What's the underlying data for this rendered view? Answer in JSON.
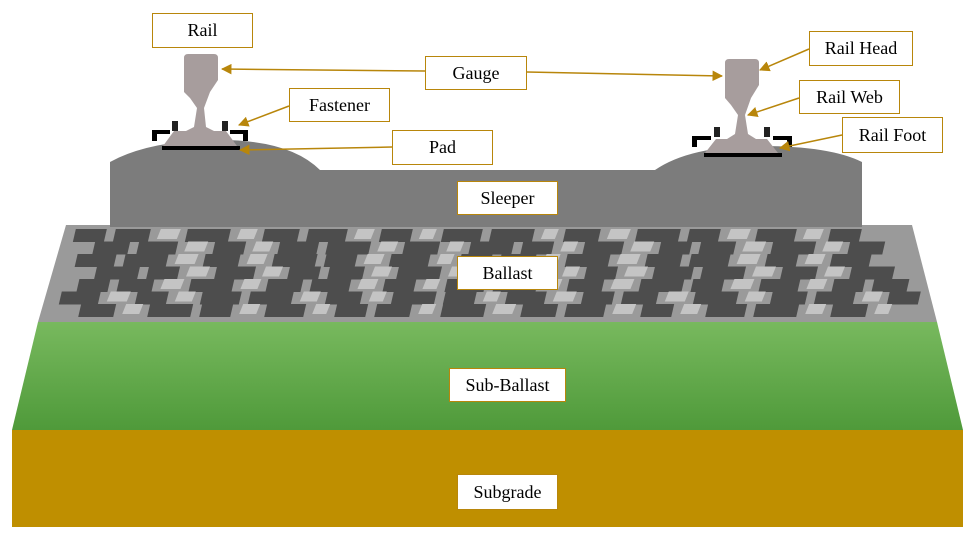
{
  "labels": {
    "rail": "Rail",
    "gauge": "Gauge",
    "fastener": "Fastener",
    "pad": "Pad",
    "rail_head": "Rail Head",
    "rail_web": "Rail Web",
    "rail_foot": "Rail Foot",
    "sleeper": "Sleeper",
    "ballast": "Ballast",
    "sub_ballast": "Sub-Ballast",
    "subgrade": "Subgrade"
  },
  "colors": {
    "leader": "#b8860b",
    "label_border": "#b8860b",
    "rail": "#a79d9d",
    "sleeper": "#7c7c7c",
    "ballast_bg": "#9a9a9a",
    "ballast_dark": "#4d4d4d",
    "ballast_light": "#c4c4c4",
    "sub_ballast_top": "#78b95e",
    "sub_ballast_bottom": "#4f9a3a",
    "subgrade": "#bf8f00"
  }
}
